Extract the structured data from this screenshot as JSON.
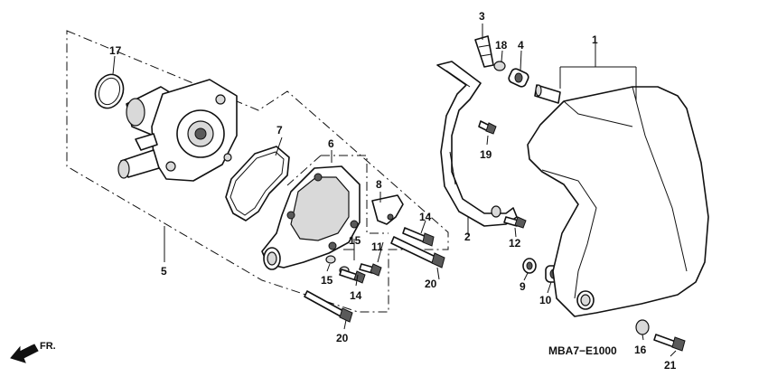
{
  "diagram": {
    "code": "MBA7−E1000",
    "direction_label": "FR.",
    "callouts": [
      "1",
      "2",
      "3",
      "4",
      "5",
      "6",
      "7",
      "8",
      "9",
      "10",
      "11",
      "12",
      "14",
      "14",
      "15",
      "15",
      "16",
      "17",
      "18",
      "19",
      "20",
      "20",
      "21"
    ]
  }
}
